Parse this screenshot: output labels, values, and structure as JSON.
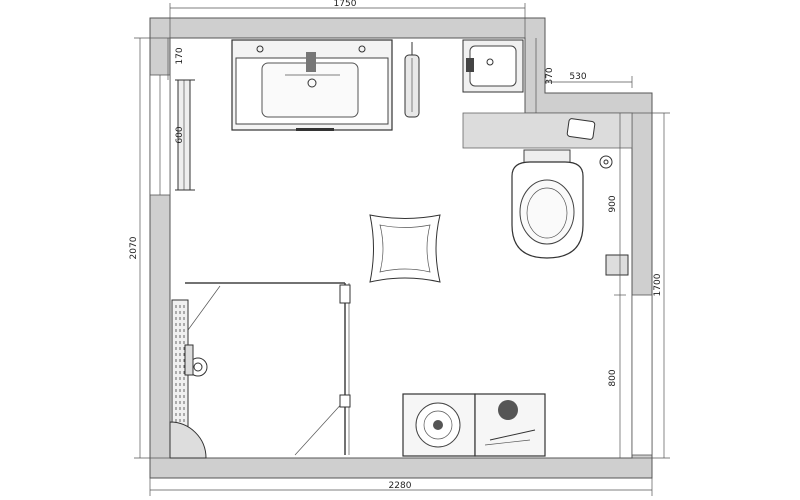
{
  "dimensions": {
    "top_width": "1750",
    "bottom_width": "2280",
    "left_height": "2070",
    "right_height": "1700",
    "top_left_offset": "170",
    "radiator_length": "600",
    "niche_depth": "370",
    "niche_width": "530",
    "wc_zone": "900",
    "right_lower": "800"
  },
  "colors": {
    "wall_fill": "#cfcfcf",
    "line": "#333333",
    "background": "#ffffff"
  }
}
